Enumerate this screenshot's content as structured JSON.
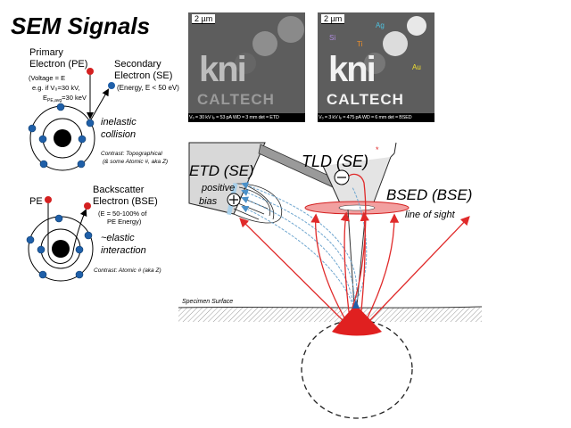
{
  "title": "SEM Signals",
  "se_panel": {
    "pe_label_1": "Primary",
    "pe_label_2": "Electron (PE)",
    "voltage_1": "(Voltage = E",
    "voltage_sub": "PE,avg",
    "voltage_2": "e.g. if V₀=30 kV,",
    "voltage_3": "E",
    "voltage_3b": "=30 keV",
    "se_label_1": "Secondary",
    "se_label_2": "Electron (SE)",
    "se_energy": "(Energy, E < 50 eV)",
    "interaction_1": "inelastic",
    "interaction_2": "collision",
    "contrast_1": "Contrast: Topographical",
    "contrast_2": "(& some Atomic #, aka Z)"
  },
  "bse_panel": {
    "pe_label": "PE",
    "bse_label_1": "Backscatter",
    "bse_label_2": "Electron (BSE)",
    "bse_energy_1": "(E = 50-100% of",
    "bse_energy_2": "PE Energy)",
    "interaction_1": "~elastic",
    "interaction_2": "interaction",
    "contrast": "Contrast: Atomic # (aka Z)"
  },
  "micrographs": [
    {
      "scale": "2 µm",
      "logo": "kni",
      "logo2": "CALTECH",
      "footer": "V₀ = 30 kV   iₚ = 53 pA   WD = 3 mm   det = ETD"
    },
    {
      "scale": "2 µm",
      "logo": "kni",
      "logo2": "CALTECH",
      "footer": "V₀ = 3 kV   iₚ = 475 pA   WD = 6 mm   det = BSED",
      "labels": {
        "si": "Si",
        "ti": "Ti",
        "ag": "Ag",
        "au": "Au"
      }
    }
  ],
  "detector_diagram": {
    "etd": "ETD (SE)",
    "positive": "positive",
    "bias": "bias",
    "tld": "TLD (SE)",
    "tld_mark": "*",
    "bsed": "BSED (BSE)",
    "line_of_sight": "line of sight",
    "specimen_surface": "Specimen Surface"
  },
  "colors": {
    "electron_blue": "#1f5fa8",
    "electron_red": "#d42020",
    "bse_red": "#e02a2a",
    "se_blue": "#6fa6cf"
  }
}
